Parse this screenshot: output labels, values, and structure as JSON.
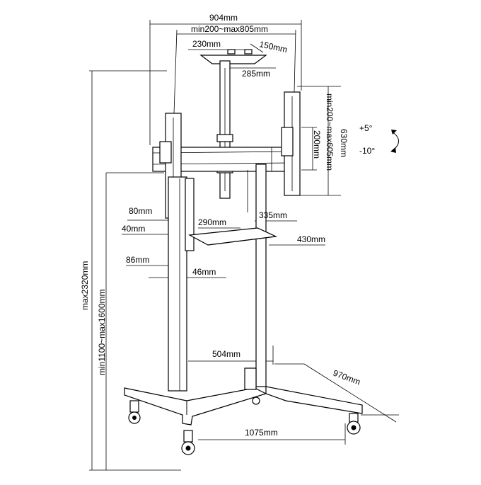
{
  "dimensions": {
    "frame_width": "904mm",
    "vesa_width_range": "min200~max805mm",
    "ceiling_plate_a": "230mm",
    "ceiling_plate_b": "150mm",
    "ceiling_plate_c": "285mm",
    "vesa_height_outer": "630mm",
    "vesa_height_range": "min200~max605mm",
    "vesa_height_min": "200mm",
    "tilt_up": "+5°",
    "tilt_down": "-10°",
    "dim_80": "80mm",
    "dim_40": "40mm",
    "shelf_width": "290mm",
    "shelf_depth": "335mm",
    "shelf_span": "430mm",
    "column_depth": "86mm",
    "column_width": "46mm",
    "inner_span": "504mm",
    "base_depth": "970mm",
    "base_width": "1075mm",
    "total_height": "max2320mm",
    "mount_height_range": "min1100~max1600mm"
  }
}
